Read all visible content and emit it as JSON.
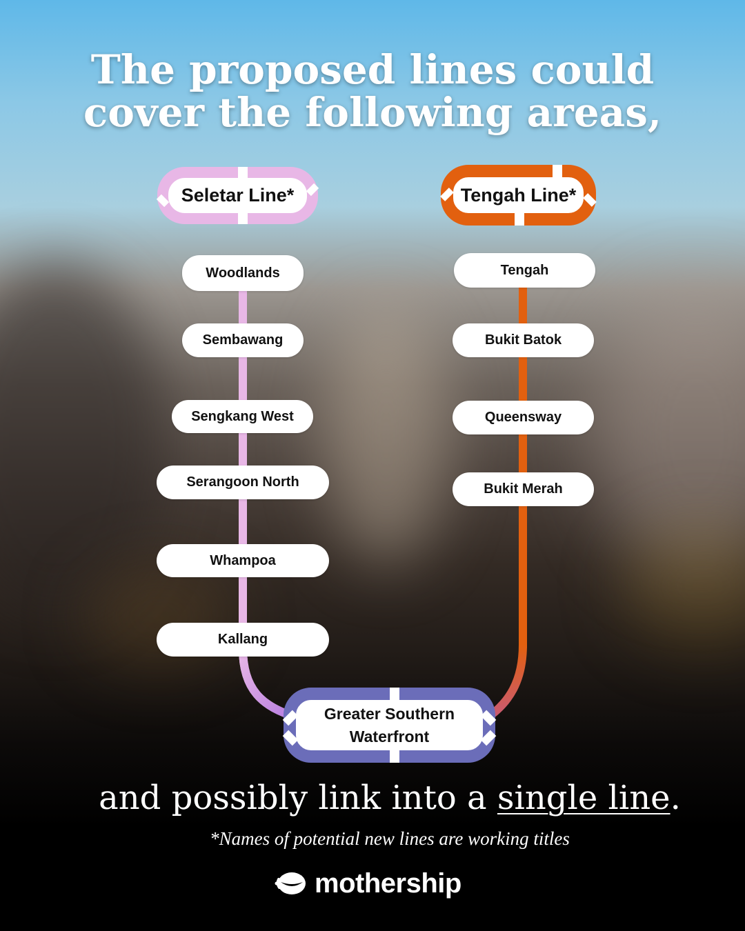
{
  "headline": {
    "line1": "The proposed lines could",
    "line2": "cover the following areas,"
  },
  "lines": {
    "seletar": {
      "name": "Seletar Line*",
      "color": "#e8b7e6"
    },
    "tengah": {
      "name": "Tengah Line*",
      "color": "#e2600f"
    }
  },
  "stations": {
    "seletar": [
      "Woodlands",
      "Sembawang",
      "Sengkang West",
      "Serangoon North",
      "Whampoa",
      "Kallang"
    ],
    "tengah": [
      "Tengah",
      "Bukit Batok",
      "Queensway",
      "Bukit Merah"
    ]
  },
  "hub": {
    "line1": "Greater Southern",
    "line2": "Waterfront",
    "color": "#6b6db9"
  },
  "tagline": {
    "prefix": "and possibly link into a ",
    "underlined": "single line",
    "suffix": "."
  },
  "footnote": "*Names of potential new lines are working titles",
  "brand": {
    "name": "mothership",
    "icon": "mothership-logo-icon"
  }
}
